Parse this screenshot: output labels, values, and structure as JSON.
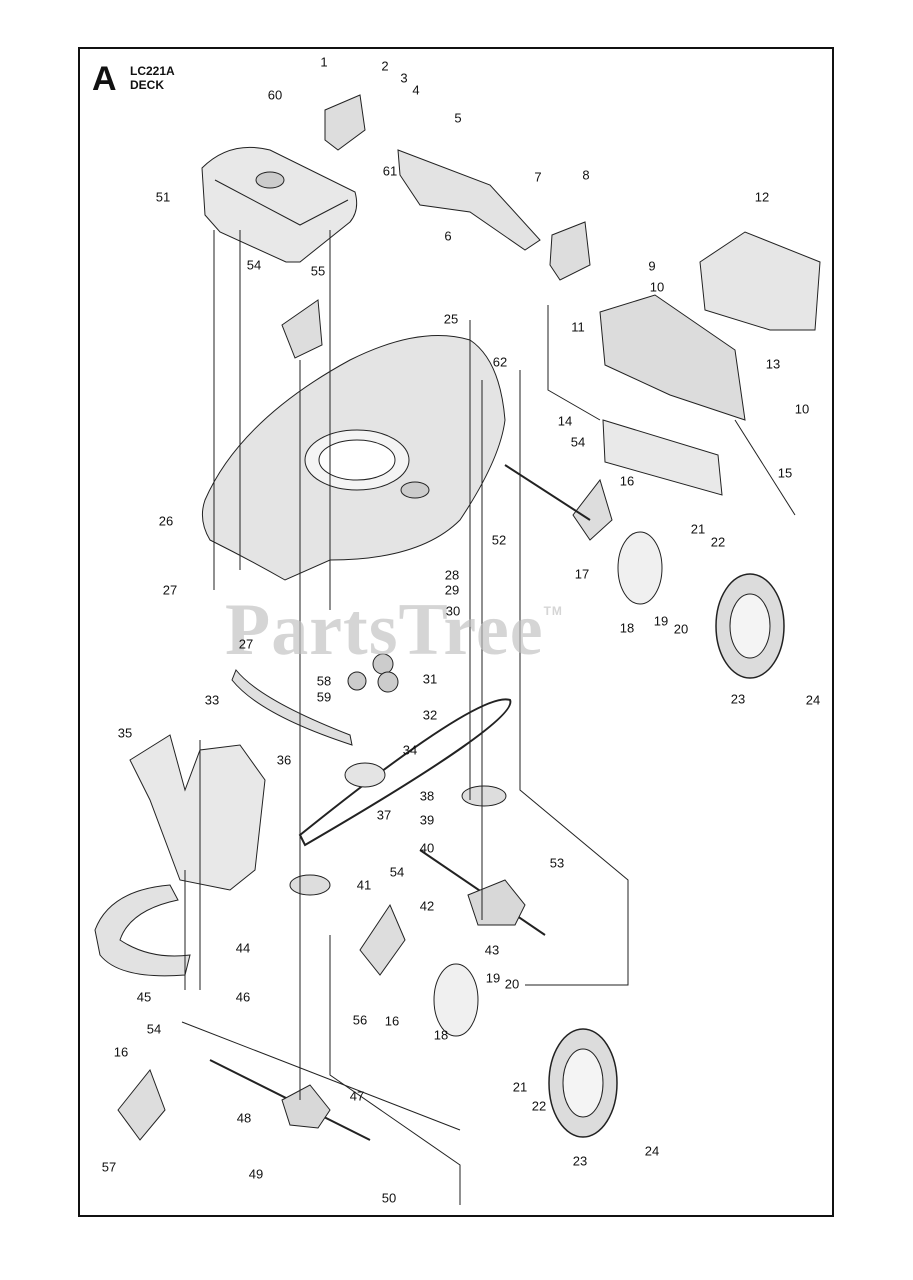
{
  "header": {
    "section_letter": "A",
    "model": "LC221A",
    "title": "DECK"
  },
  "watermark": {
    "text": "PartsTree",
    "tm": "TM"
  },
  "callouts": [
    {
      "id": "c1",
      "label": "1"
    },
    {
      "id": "c2",
      "label": "2"
    },
    {
      "id": "c3",
      "label": "3"
    },
    {
      "id": "c4",
      "label": "4"
    },
    {
      "id": "c5",
      "label": "5"
    },
    {
      "id": "c60",
      "label": "60"
    },
    {
      "id": "c61",
      "label": "61"
    },
    {
      "id": "c51",
      "label": "51"
    },
    {
      "id": "c6",
      "label": "6"
    },
    {
      "id": "c7",
      "label": "7"
    },
    {
      "id": "c8",
      "label": "8"
    },
    {
      "id": "c9",
      "label": "9"
    },
    {
      "id": "c10a",
      "label": "10"
    },
    {
      "id": "c11",
      "label": "11"
    },
    {
      "id": "c12",
      "label": "12"
    },
    {
      "id": "c54a",
      "label": "54"
    },
    {
      "id": "c55",
      "label": "55"
    },
    {
      "id": "c25",
      "label": "25"
    },
    {
      "id": "c62",
      "label": "62"
    },
    {
      "id": "c13",
      "label": "13"
    },
    {
      "id": "c10b",
      "label": "10"
    },
    {
      "id": "c14",
      "label": "14"
    },
    {
      "id": "c54b",
      "label": "54"
    },
    {
      "id": "c15",
      "label": "15"
    },
    {
      "id": "c16a",
      "label": "16"
    },
    {
      "id": "c26",
      "label": "26"
    },
    {
      "id": "c52",
      "label": "52"
    },
    {
      "id": "c21a",
      "label": "21"
    },
    {
      "id": "c22a",
      "label": "22"
    },
    {
      "id": "c17",
      "label": "17"
    },
    {
      "id": "c28",
      "label": "28"
    },
    {
      "id": "c29",
      "label": "29"
    },
    {
      "id": "c27a",
      "label": "27"
    },
    {
      "id": "c30",
      "label": "30"
    },
    {
      "id": "c19a",
      "label": "19"
    },
    {
      "id": "c20a",
      "label": "20"
    },
    {
      "id": "c18a",
      "label": "18"
    },
    {
      "id": "c27b",
      "label": "27"
    },
    {
      "id": "c58",
      "label": "58"
    },
    {
      "id": "c31",
      "label": "31"
    },
    {
      "id": "c23a",
      "label": "23"
    },
    {
      "id": "c24a",
      "label": "24"
    },
    {
      "id": "c33",
      "label": "33"
    },
    {
      "id": "c59",
      "label": "59"
    },
    {
      "id": "c32",
      "label": "32"
    },
    {
      "id": "c35",
      "label": "35"
    },
    {
      "id": "c34",
      "label": "34"
    },
    {
      "id": "c36",
      "label": "36"
    },
    {
      "id": "c38",
      "label": "38"
    },
    {
      "id": "c37",
      "label": "37"
    },
    {
      "id": "c39",
      "label": "39"
    },
    {
      "id": "c40",
      "label": "40"
    },
    {
      "id": "c53",
      "label": "53"
    },
    {
      "id": "c41",
      "label": "41"
    },
    {
      "id": "c54c",
      "label": "54"
    },
    {
      "id": "c42",
      "label": "42"
    },
    {
      "id": "c43",
      "label": "43"
    },
    {
      "id": "c44",
      "label": "44"
    },
    {
      "id": "c19b",
      "label": "19"
    },
    {
      "id": "c20b",
      "label": "20"
    },
    {
      "id": "c45",
      "label": "45"
    },
    {
      "id": "c46",
      "label": "46"
    },
    {
      "id": "c56",
      "label": "56"
    },
    {
      "id": "c16b",
      "label": "16"
    },
    {
      "id": "c18b",
      "label": "18"
    },
    {
      "id": "c54d",
      "label": "54"
    },
    {
      "id": "c16c",
      "label": "16"
    },
    {
      "id": "c21b",
      "label": "21"
    },
    {
      "id": "c22b",
      "label": "22"
    },
    {
      "id": "c47",
      "label": "47"
    },
    {
      "id": "c48",
      "label": "48"
    },
    {
      "id": "c57",
      "label": "57"
    },
    {
      "id": "c23b",
      "label": "23"
    },
    {
      "id": "c24b",
      "label": "24"
    },
    {
      "id": "c49",
      "label": "49"
    },
    {
      "id": "c50",
      "label": "50"
    }
  ]
}
